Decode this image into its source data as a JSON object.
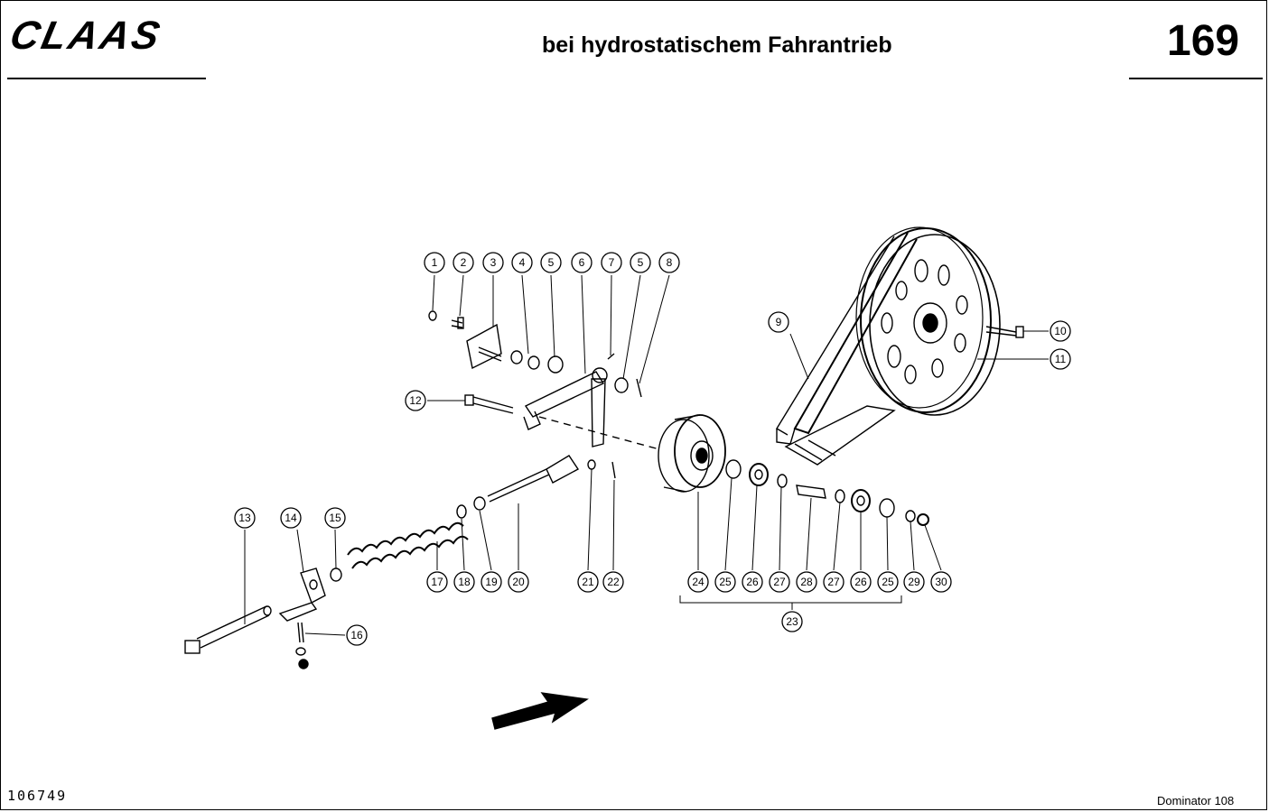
{
  "header": {
    "brand": "CLAAS",
    "title": "bei hydrostatischem Fahrantrieb",
    "page_number": "169"
  },
  "footer": {
    "document_number": "106749",
    "model": "Dominator 108"
  },
  "callouts": [
    "1",
    "2",
    "3",
    "4",
    "5",
    "6",
    "7",
    "5",
    "8",
    "9",
    "10",
    "11",
    "12",
    "13",
    "14",
    "15",
    "16",
    "17",
    "18",
    "19",
    "20",
    "21",
    "22",
    "24",
    "25",
    "26",
    "27",
    "28",
    "27",
    "26",
    "25",
    "29",
    "30",
    "23"
  ]
}
